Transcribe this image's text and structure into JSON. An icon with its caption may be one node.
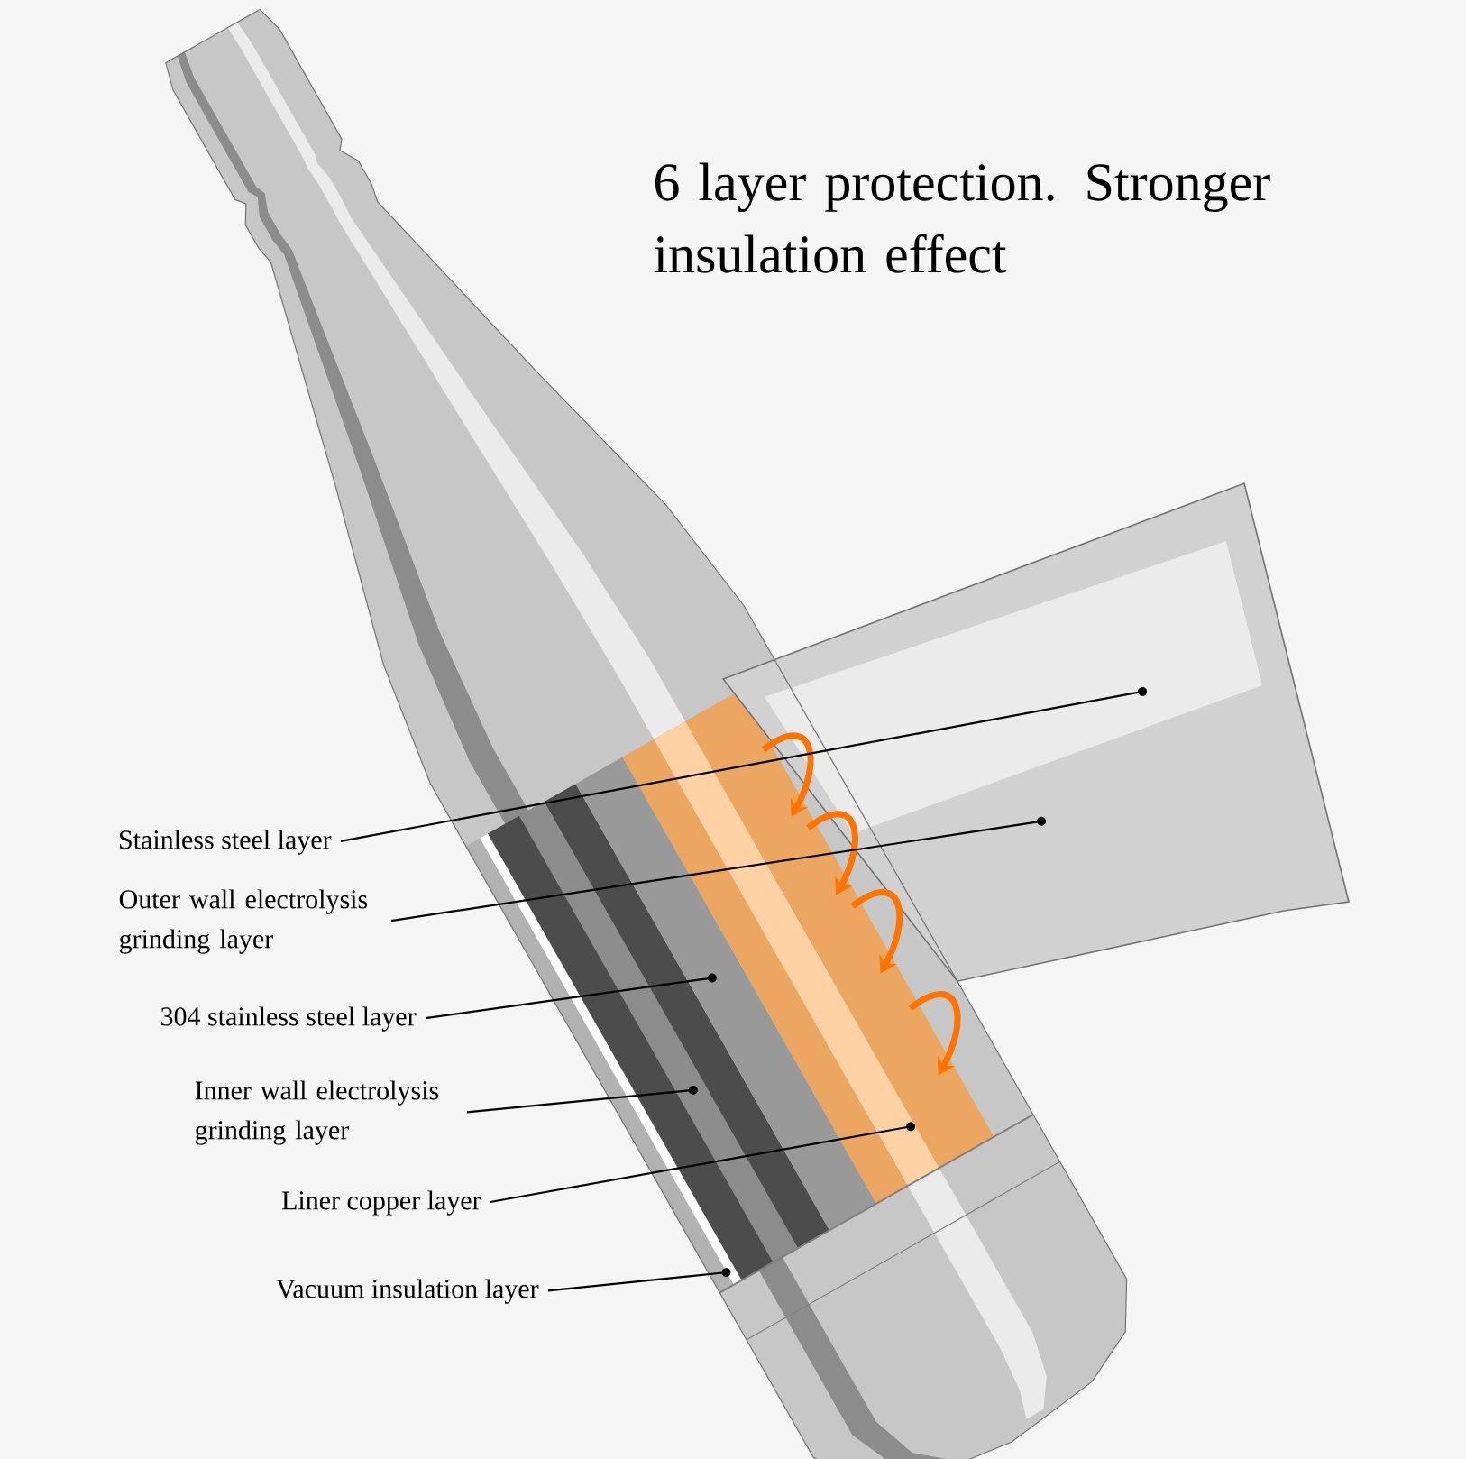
{
  "diagram": {
    "title": "6 layer protection. Stronger insulation effect",
    "nodes": [
      {
        "text": [
          "Stainless steel layer"
        ]
      },
      {
        "text": [
          "Outer wall electrolysis grinding layer"
        ]
      },
      {
        "text": [
          "304 stainless steel layer"
        ]
      },
      {
        "text": [
          "Inner wall electrolysis grinding layer"
        ]
      },
      {
        "text": [
          "Liner copper layer"
        ]
      },
      {
        "text": [
          "Vacuum insulation layer"
        ]
      }
    ],
    "edges": [
      {
        "from": 0,
        "to": null,
        "arrow": "to"
      },
      {
        "from": 1,
        "to": null,
        "arrow": "to"
      },
      {
        "from": 2,
        "to": null,
        "arrow": "to"
      },
      {
        "from": 3,
        "to": null,
        "arrow": "to"
      },
      {
        "from": 4,
        "to": null,
        "arrow": "to"
      },
      {
        "from": 5,
        "to": null,
        "arrow": "to"
      }
    ]
  }
}
